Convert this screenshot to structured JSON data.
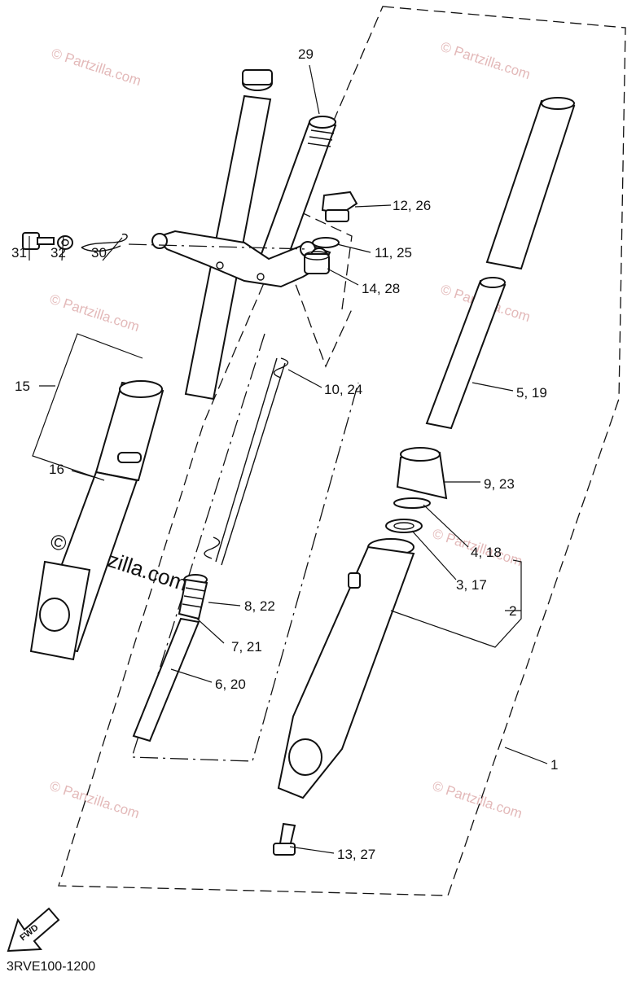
{
  "diagram": {
    "callouts": {
      "c1": "1",
      "c2": "2",
      "c3_17": "3, 17",
      "c4_18": "4, 18",
      "c5_19": "5, 19",
      "c6_20": "6, 20",
      "c7_21": "7, 21",
      "c8_22": "8, 22",
      "c9_23": "9, 23",
      "c10_24": "10, 24",
      "c11_25": "11, 25",
      "c12_26": "12, 26",
      "c13_27": "13, 27",
      "c14_28": "14, 28",
      "c15": "15",
      "c16": "16",
      "c29": "29",
      "c30": "30",
      "c31": "31",
      "c32": "32"
    },
    "fwd_label": "FWD",
    "drawing_code": "3RVE100-1200",
    "watermark_small": "© Partzilla.com",
    "watermark_large": "© Partzilla.com"
  }
}
